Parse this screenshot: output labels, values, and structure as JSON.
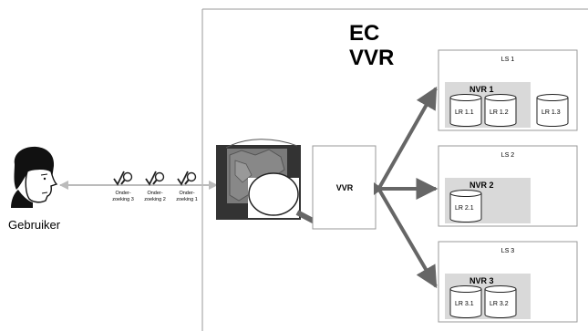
{
  "diagram": {
    "title_line1": "EC",
    "title_line2": "VVR",
    "user": {
      "label": "Gebruiker",
      "icon": "user-face-icon"
    },
    "queries": [
      {
        "line1": "Onder-",
        "line2": "zoeking 3",
        "icon": "checkmark-magnifier-icon"
      },
      {
        "line1": "Onder-",
        "line2": "zoeking 2",
        "icon": "checkmark-magnifier-icon"
      },
      {
        "line1": "Onder-",
        "line2": "zoeking 1",
        "icon": "checkmark-magnifier-icon"
      }
    ],
    "portal": {
      "icon": "europe-map-magnifier-icon"
    },
    "hub": {
      "label": "VVR"
    },
    "nodes": [
      {
        "ls": "LS 1",
        "nvr": "NVR 1",
        "registers": [
          "LR 1.1",
          "LR 1.2"
        ],
        "outside": [
          "LR 1.3"
        ]
      },
      {
        "ls": "LS 2",
        "nvr": "NVR 2",
        "registers": [
          "LR 2.1"
        ],
        "outside": []
      },
      {
        "ls": "LS 3",
        "nvr": "NVR 3",
        "registers": [
          "LR 3.1",
          "LR 3.2"
        ],
        "outside": []
      }
    ],
    "colors": {
      "connector": "#666666",
      "arrow_line": "#bbbbbb",
      "nvr_fill": "#d9d9d9",
      "border": "#999999"
    }
  }
}
